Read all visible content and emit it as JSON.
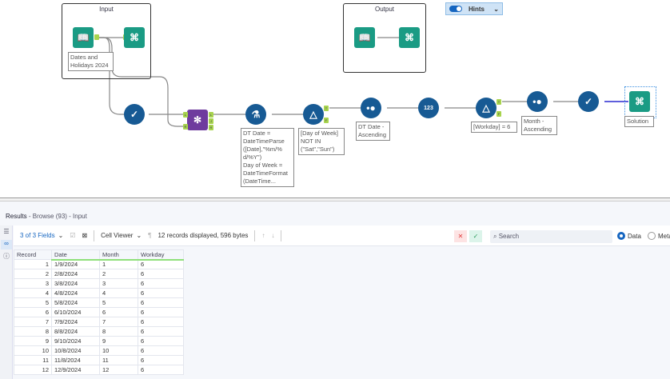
{
  "canvas": {
    "containers": {
      "input": "Input",
      "output": "Output"
    },
    "hints": "Hints",
    "annotations": {
      "input": "Dates and Holidays 2024",
      "formula": [
        "DT Date =",
        "DateTimeParse",
        "([Date],\"%m/%",
        "d/%Y\")",
        "Day of Week =",
        "DateTimeFormat",
        "(DateTime..."
      ],
      "filter1": [
        "[Day of Week]",
        "NOT IN",
        "(\"Sat\",\"Sun\")"
      ],
      "sort1": [
        "DT Date -",
        "Ascending"
      ],
      "filter2": "[Workday] = 6",
      "sort2": [
        "Month -",
        "Ascending"
      ],
      "solution": "Solution"
    },
    "anchors": {
      "L": "L",
      "J": "J",
      "R": "R",
      "T": "T",
      "F": "F"
    }
  },
  "results": {
    "title": "Results",
    "subtitle": "- Browse (93) - Input",
    "fields": "3 of 3 Fields",
    "cell_viewer": "Cell Viewer",
    "records_info": "12 records displayed, 596 bytes",
    "search_placeholder": "Search",
    "radio_data": "Data",
    "radio_meta": "Meta",
    "columns": [
      "Record",
      "Date",
      "Month",
      "Workday"
    ],
    "rows": [
      [
        "1",
        "1/9/2024",
        "1",
        "6"
      ],
      [
        "2",
        "2/8/2024",
        "2",
        "6"
      ],
      [
        "3",
        "3/8/2024",
        "3",
        "6"
      ],
      [
        "4",
        "4/8/2024",
        "4",
        "6"
      ],
      [
        "5",
        "5/8/2024",
        "5",
        "6"
      ],
      [
        "6",
        "6/10/2024",
        "6",
        "6"
      ],
      [
        "7",
        "7/9/2024",
        "7",
        "6"
      ],
      [
        "8",
        "8/8/2024",
        "8",
        "6"
      ],
      [
        "9",
        "9/10/2024",
        "9",
        "6"
      ],
      [
        "10",
        "10/8/2024",
        "10",
        "6"
      ],
      [
        "11",
        "11/8/2024",
        "11",
        "6"
      ],
      [
        "12",
        "12/9/2024",
        "12",
        "6"
      ]
    ]
  },
  "colors": {
    "tool_blue": "#175a94",
    "tool_teal": "#1a9b84",
    "join_purple": "#6f3b9e",
    "anchor": "#a8d44e"
  }
}
